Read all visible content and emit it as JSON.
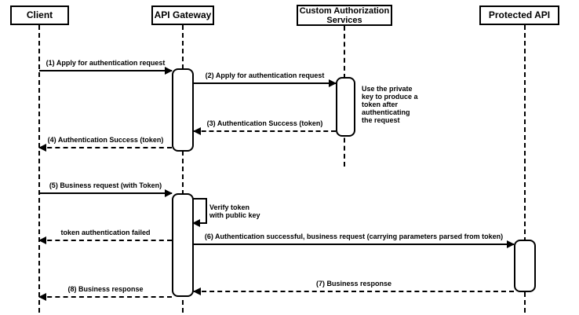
{
  "participants": [
    {
      "label": "Client"
    },
    {
      "label": "API Gateway"
    },
    {
      "label": "Custom Authorization Services"
    },
    {
      "label": "Protected API"
    }
  ],
  "messages": [
    {
      "label": "(1) Apply for authentication request",
      "from": "Client",
      "to": "API Gateway",
      "line": "solid"
    },
    {
      "label": "(2) Apply for authentication request",
      "from": "API Gateway",
      "to": "Custom Authorization Services",
      "line": "solid"
    },
    {
      "label": "(3) Authentication Success (token)",
      "from": "Custom Authorization Services",
      "to": "API Gateway",
      "line": "dashed"
    },
    {
      "label": "(4) Authentication Success (token)",
      "from": "API Gateway",
      "to": "Client",
      "line": "dashed"
    },
    {
      "label": "(5) Business request (with Token)",
      "from": "Client",
      "to": "API Gateway",
      "line": "solid"
    },
    {
      "label": "token authentication failed",
      "from": "API Gateway",
      "to": "Client",
      "line": "dashed"
    },
    {
      "label": "(6) Authentication successful, business request (carrying parameters parsed from token)",
      "from": "API Gateway",
      "to": "Protected API",
      "line": "solid"
    },
    {
      "label": "(7) Business response",
      "from": "Protected API",
      "to": "API Gateway",
      "line": "dashed"
    },
    {
      "label": "(8) Business response",
      "from": "API Gateway",
      "to": "Client",
      "line": "dashed"
    }
  ],
  "self_message": {
    "on": "API Gateway",
    "lines": [
      "Verify token",
      "with public key"
    ]
  },
  "note": {
    "attached_to": "Custom Authorization Services",
    "lines": [
      "Use the private",
      "key to produce a",
      "token after",
      "authenticating",
      "the request"
    ]
  },
  "colors": {
    "stroke": "#000000",
    "fill": "#ffffff",
    "background": "#ffffff"
  }
}
